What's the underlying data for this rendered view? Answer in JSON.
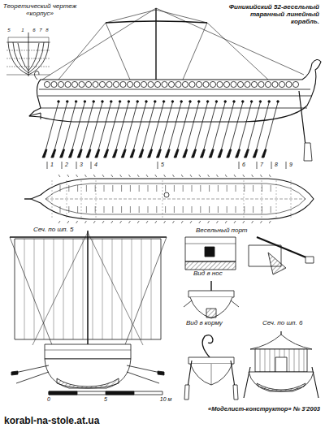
{
  "diagram": {
    "title": "Финикийский 52-весельный таранный линейный корабль.",
    "labels": [
      "Теоретический чертеж «корпус»",
      "5",
      "1",
      "6",
      "7",
      "8",
      "1",
      "2",
      "3",
      "4",
      "5",
      "6",
      "7",
      "8",
      "9",
      "Сеч. по шп. 5",
      "Весельный порт",
      "Вид в нос",
      "Вид в корму",
      "Сеч. по шп. 6",
      "0",
      "5",
      "10 м",
      "«Моделист-конструктор» № 3'2003",
      "korabl-na-stole.at.ua"
    ]
  }
}
